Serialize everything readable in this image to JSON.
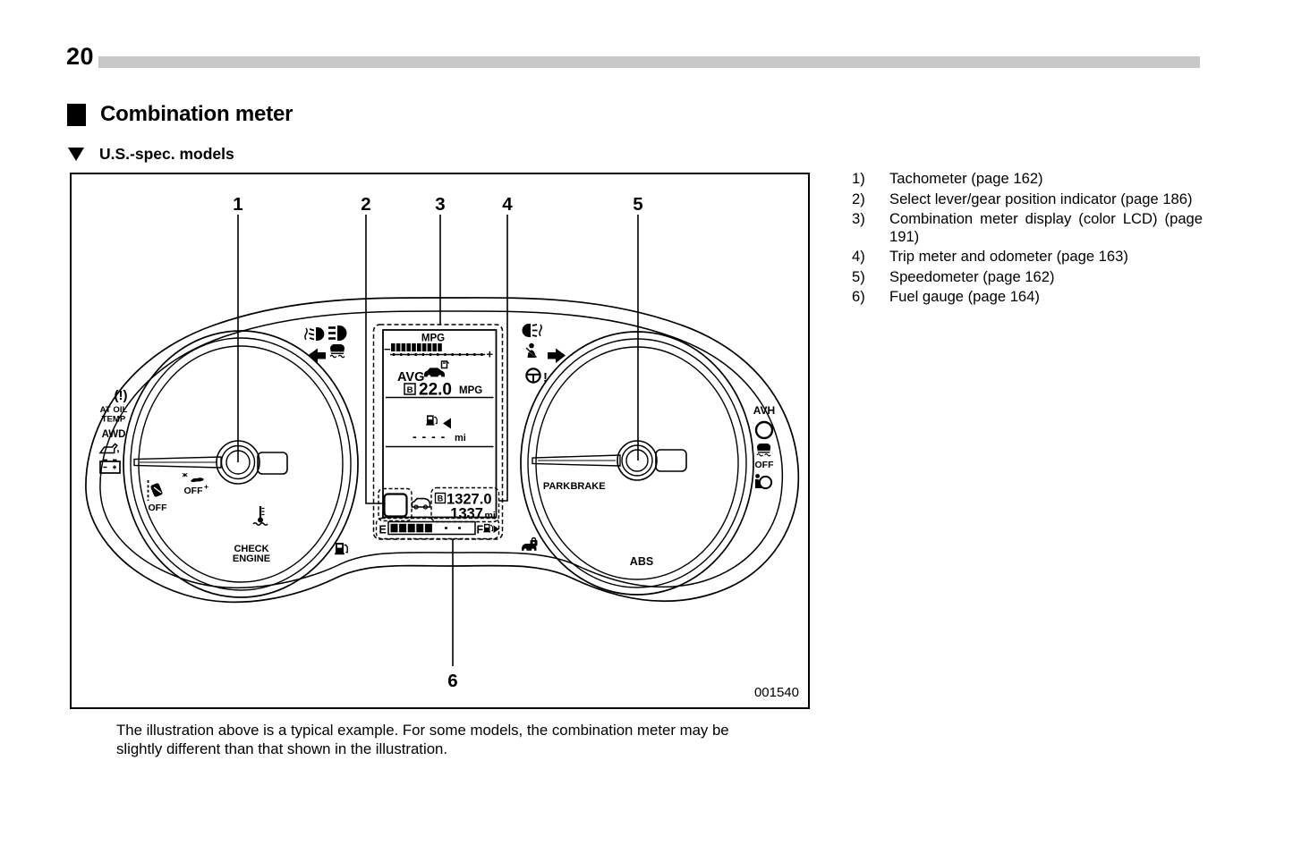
{
  "page": {
    "number": "20"
  },
  "section": {
    "title": "Combination meter",
    "subtitle": "U.S.-spec. models"
  },
  "legend": [
    {
      "num": "1)",
      "text": "Tachometer (page 162)"
    },
    {
      "num": "2)",
      "text": "Select lever/gear position indicator (page 186)"
    },
    {
      "num": "3)",
      "text": "Combination meter display (color LCD) (page 191)"
    },
    {
      "num": "4)",
      "text": "Trip meter and odometer (page 163)"
    },
    {
      "num": "5)",
      "text": "Speedometer (page 162)"
    },
    {
      "num": "6)",
      "text": "Fuel gauge (page 164)"
    }
  ],
  "figure": {
    "code": "001540",
    "callouts": {
      "c1": "1",
      "c2": "2",
      "c3": "3",
      "c4": "4",
      "c5": "5",
      "c6": "6"
    },
    "caption": {
      "line1": "The illustration above is a typical example. For some models, the combination meter may be",
      "line2": "slightly different than that shown in the illustration."
    }
  },
  "cluster": {
    "labels": {
      "tpms": "(!)",
      "at_oil1": "AT OIL",
      "at_oil2": "TEMP",
      "awd": "AWD",
      "lane_off": "OFF",
      "tc_off": "OFF",
      "tc_plus": "+",
      "check1": "CHECK",
      "check2": "ENGINE",
      "park": "PARK",
      "brake": "BRAKE",
      "abs": "ABS",
      "avh": "AVH",
      "vdc_off": "OFF",
      "steering_excl": "!"
    },
    "lcd": {
      "title": "MPG",
      "minus": "−",
      "plus": "+",
      "avg_label": "AVG",
      "avg_b": "B",
      "avg_value": "22.0",
      "avg_unit": "MPG",
      "range_value": "- - - -",
      "range_unit": "mi",
      "trip_b": "B",
      "trip_value": "1327.0",
      "odo_value": "1337",
      "odo_unit": "mi",
      "fuel_e": "E",
      "fuel_f": "F"
    }
  },
  "icons": {
    "tpms-warning-icon": "(!)",
    "oil-pressure-icon": "oil-can",
    "battery-icon": "battery",
    "lane-departure-off-icon": "car-dashed-line",
    "traction-off-icon": "car-snow-off",
    "coolant-temp-icon": "thermometer-waves",
    "fog-light-icon": "lamp-slashes",
    "high-beam-icon": "lamp-beams",
    "left-turn-icon": "◀",
    "right-turn-icon": "▶",
    "vsc-indicator-icon": "car-skid",
    "rear-fog-light-icon": "lamp-beams-mirrored",
    "seatbelt-warning-icon": "person-belt",
    "steering-warning-icon": "steering-wheel-!",
    "brake-warning-icon": "circle",
    "vdc-off-icon": "car-skid-off",
    "airbag-icon": "person-airbag",
    "security-icon": "car-lock",
    "low-fuel-icon": "fuel-pump",
    "avg-consumption-icon": "car-fuel-pump",
    "tow-mode-icon": "car-outline",
    "gear-position-icon": "square-window"
  },
  "colors": {
    "paper": "#ffffff",
    "ink": "#000000",
    "rule_gray": "#c8c8c8"
  }
}
